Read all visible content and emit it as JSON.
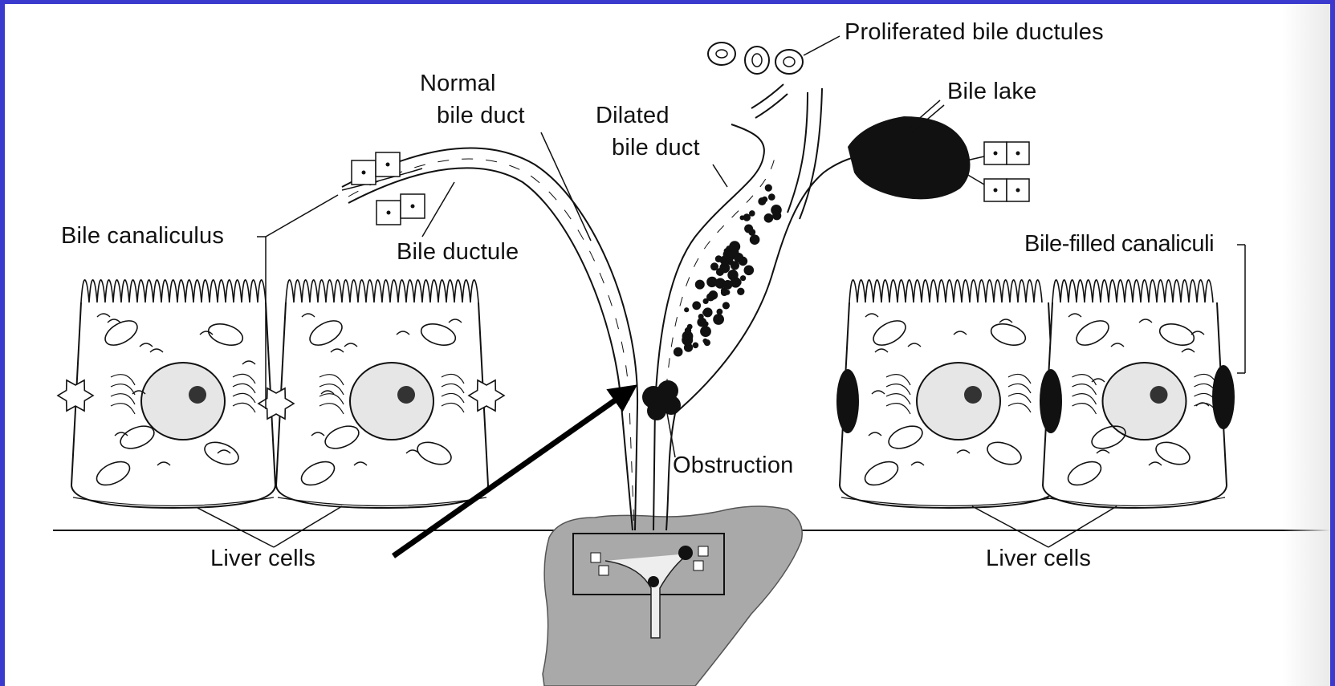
{
  "labels": {
    "normal_bile_duct_1": "Normal",
    "normal_bile_duct_2": "bile duct",
    "dilated_bile_duct_1": "Dilated",
    "dilated_bile_duct_2": "bile duct",
    "proliferated_bile_ductules": "Proliferated bile ductules",
    "bile_lake": "Bile lake",
    "bile_canaliculus": "Bile canaliculus",
    "bile_ductule": "Bile ductule",
    "bile_filled_canaliculi": "Bile-filled canaliculi",
    "obstruction": "Obstruction",
    "liver_cells_left": "Liver cells",
    "liver_cells_right": "Liver cells"
  },
  "colors": {
    "border": "#3a3acf",
    "ink": "#111111",
    "liver_fill": "#a9a9a9",
    "nucleus_fill": "#e6e6e6",
    "arrow": "#000000"
  }
}
